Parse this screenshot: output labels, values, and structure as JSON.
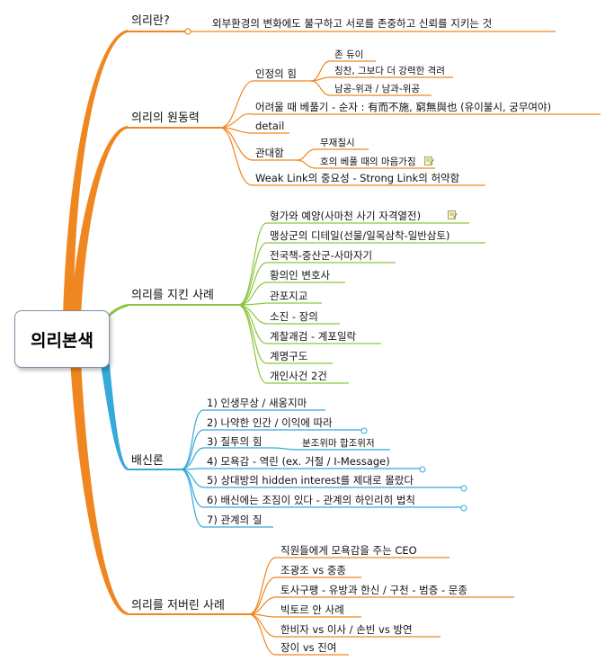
{
  "root": {
    "label": "의리본색"
  },
  "colors": {
    "orange": "#f0861f",
    "green": "#8cc63f",
    "blue": "#35a9d8",
    "root_border": "#7a8fa6"
  },
  "branches": [
    {
      "label": "의리란?",
      "color": "orange",
      "children": [
        {
          "label": "외부환경의 변화에도 불구하고 서로를 존중하고 신뢰를 지키는 것"
        }
      ]
    },
    {
      "label": "의리의 원동력",
      "color": "orange",
      "children": [
        {
          "label": "인정의 힘",
          "children": [
            {
              "label": "존 듀이"
            },
            {
              "label": "칭찬, 그보다 더 강력한 격려"
            },
            {
              "label": "남공-위과 / 남과-위공"
            }
          ]
        },
        {
          "label": "어려울 때 베풀기 - 순자 : 有而不施, 窮無與也 (유이불시, 궁무여야)"
        },
        {
          "label": "detail"
        },
        {
          "label": "관대함",
          "children": [
            {
              "label": "무재칠시"
            },
            {
              "label": "호의 베풀 때의 마음가짐"
            }
          ]
        },
        {
          "label": "Weak Link의 중요성 - Strong Link의 허약함"
        }
      ]
    },
    {
      "label": "의리를 지킨 사례",
      "color": "green",
      "children": [
        {
          "label": "형가와 예양(사마천 사기 자격열전)"
        },
        {
          "label": "맹상군의 디테일(선물/일목삼착-일반삼토)"
        },
        {
          "label": "전국책-중산군-사마자기"
        },
        {
          "label": "황의인 변호사"
        },
        {
          "label": "관포지교"
        },
        {
          "label": "소진 - 장의"
        },
        {
          "label": "계찰괘검 - 계포일락"
        },
        {
          "label": "계명구도"
        },
        {
          "label": "개인사건 2건"
        }
      ]
    },
    {
      "label": "배신론",
      "color": "blue",
      "children": [
        {
          "label": "1) 인생무상 / 새옹지마"
        },
        {
          "label": "2) 나약한 인간 / 이익에 따라"
        },
        {
          "label": "3) 질투의 힘",
          "children": [
            {
              "label": "분조위마 합조위저"
            }
          ]
        },
        {
          "label": "4) 모욕감 - 역린 (ex. 거절 / I-Message)"
        },
        {
          "label": "5) 상대방의 hidden interest를 제대로 몰랐다"
        },
        {
          "label": "6) 배신에는 조짐이 있다 - 관계의 하인리히 법칙"
        },
        {
          "label": "7) 관계의 질"
        }
      ]
    },
    {
      "label": "의리를 저버린 사례",
      "color": "orange",
      "children": [
        {
          "label": "직원들에게 모욕감을 주는 CEO"
        },
        {
          "label": "조광조 vs 중종"
        },
        {
          "label": "토사구팽 - 유방과 한신 / 구천 - 범증 - 문종"
        },
        {
          "label": "빅토르 안 사례"
        },
        {
          "label": "한비자 vs 이사 / 손빈 vs 방연"
        },
        {
          "label": "장이 vs 진여"
        }
      ]
    }
  ]
}
